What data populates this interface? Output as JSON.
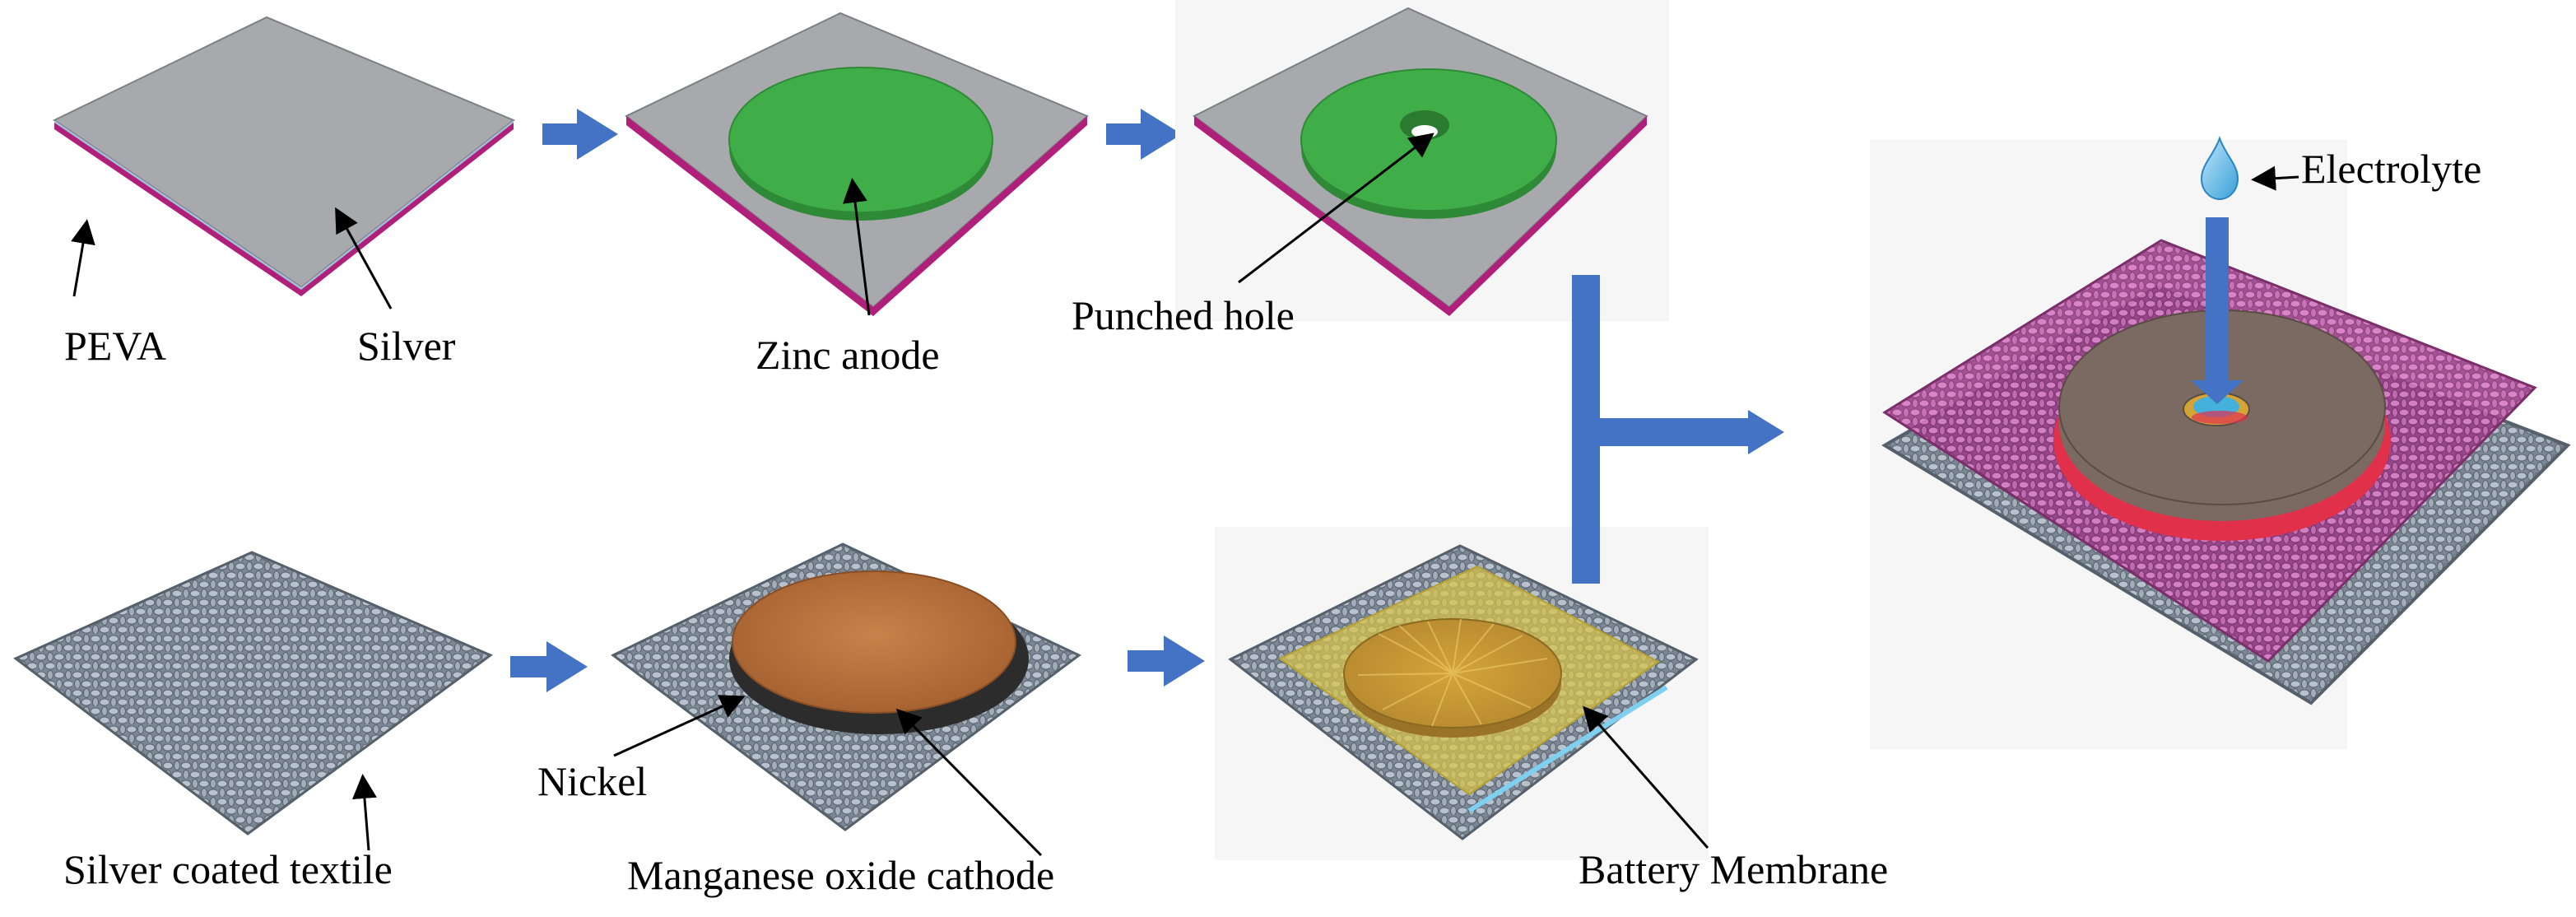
{
  "labels": {
    "peva": "PEVA",
    "silver": "Silver",
    "zinc_anode": "Zinc anode",
    "punched_hole": "Punched hole",
    "electrolyte": "Electrolyte",
    "silver_coated_textile": "Silver coated textile",
    "nickel": "Nickel",
    "manganese_oxide_cathode": "Manganese oxide cathode",
    "battery_membrane": "Battery Membrane"
  },
  "colors": {
    "silver_layer": "#a8a9ad",
    "peva_layer": "#b0207a",
    "zinc": "#3fae49",
    "cathode": "#b8703a",
    "nickel": "#2c2c2c",
    "membrane": "#d8c44a",
    "textile": "#8a94a0",
    "flow_arrow": "#4472c4",
    "electrolyte": "#5bb8e8",
    "cover_textile": "#c05aa8",
    "gasket": "#e0304a"
  }
}
